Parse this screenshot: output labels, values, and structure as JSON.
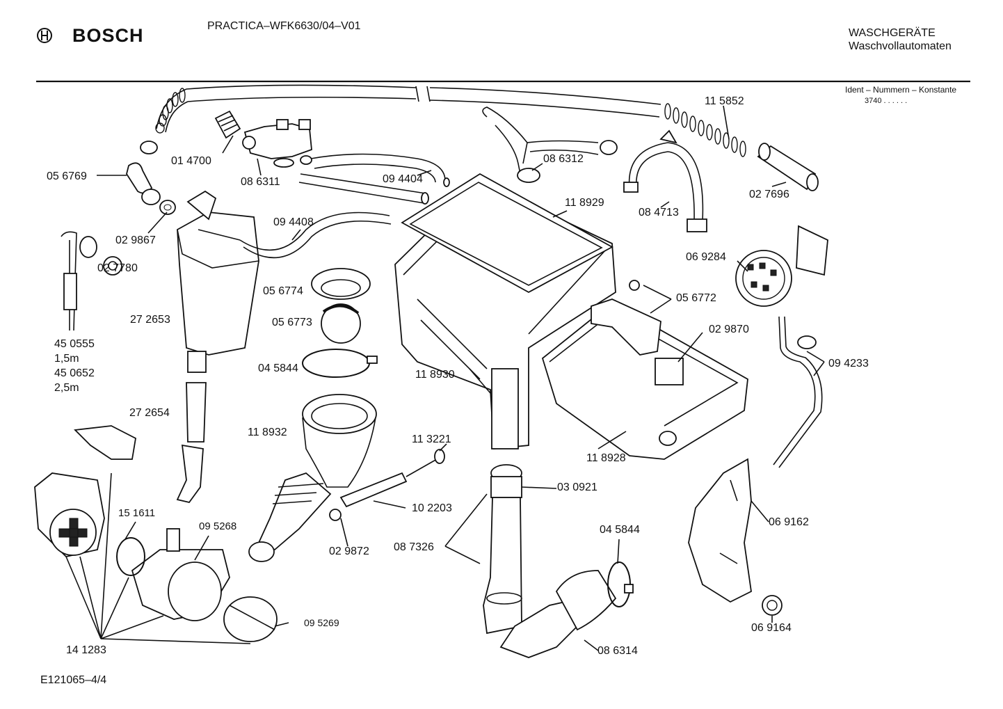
{
  "header": {
    "brand": "BOSCH",
    "model": "PRACTICA–WFK6630/04–V01",
    "category": "WASCHGERÄTE",
    "subcategory": "Waschvollautomaten",
    "ident_label": "Ident – Nummern – Konstante",
    "ident_value": "3740 . . . . . ."
  },
  "footer": {
    "drawing_code": "E121065–4/4"
  },
  "parts": {
    "p115852": "11 5852",
    "p014700": "01 4700",
    "p086311": "08 6311",
    "p056769": "05 6769",
    "p094404": "09 4404",
    "p086312": "08 6312",
    "p027696": "02 7696",
    "p118929": "11 8929",
    "p084713": "08 4713",
    "p029867": "02 9867",
    "p094408": "09 4408",
    "p027780": "02 7780",
    "p069284": "06 9284",
    "p056774": "05 6774",
    "p056772": "05 6772",
    "p272653": "27 2653",
    "p056773": "05 6773",
    "p029870": "02 9870",
    "p450555": "45 0555",
    "len15": "1,5m",
    "p450652": "45 0652",
    "len25": "2,5m",
    "p045844a": "04 5844",
    "p118930": "11 8930",
    "p094233": "09 4233",
    "p272654": "27 2654",
    "p118932": "11 8932",
    "p113221": "11 3221",
    "p118928": "11 8928",
    "p030921": "03 0921",
    "p151611": "15 1611",
    "p102203": "10 2203",
    "p095268": "09 5268",
    "p069162": "06 9162",
    "p045844b": "04 5844",
    "p087326": "08 7326",
    "p029872": "02 9872",
    "p095269": "09 5269",
    "p069164": "06 9164",
    "p141283": "14 1283",
    "p086314": "08 6314"
  }
}
